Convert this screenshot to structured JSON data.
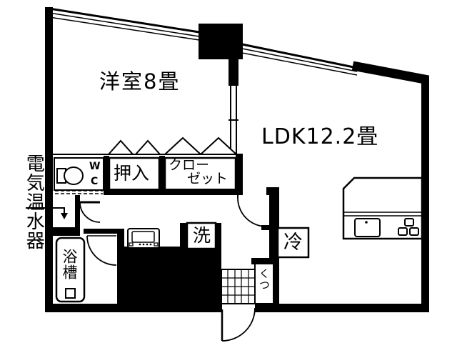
{
  "rooms": {
    "western": "洋室8畳",
    "ldk": "LDK12.2畳"
  },
  "storage": {
    "oshiire": "押入",
    "closet_line1": "クロー",
    "closet_line2": "ゼット",
    "shoes": "くつ"
  },
  "sanitary": {
    "wc_line1": "W",
    "wc_line2": "C",
    "bathtub": "浴槽",
    "washer": "洗"
  },
  "kitchen": {
    "fridge": "冷"
  },
  "equipment": {
    "water_heater": "電気温水器"
  },
  "colors": {
    "wall": "#000000",
    "background": "#ffffff"
  }
}
